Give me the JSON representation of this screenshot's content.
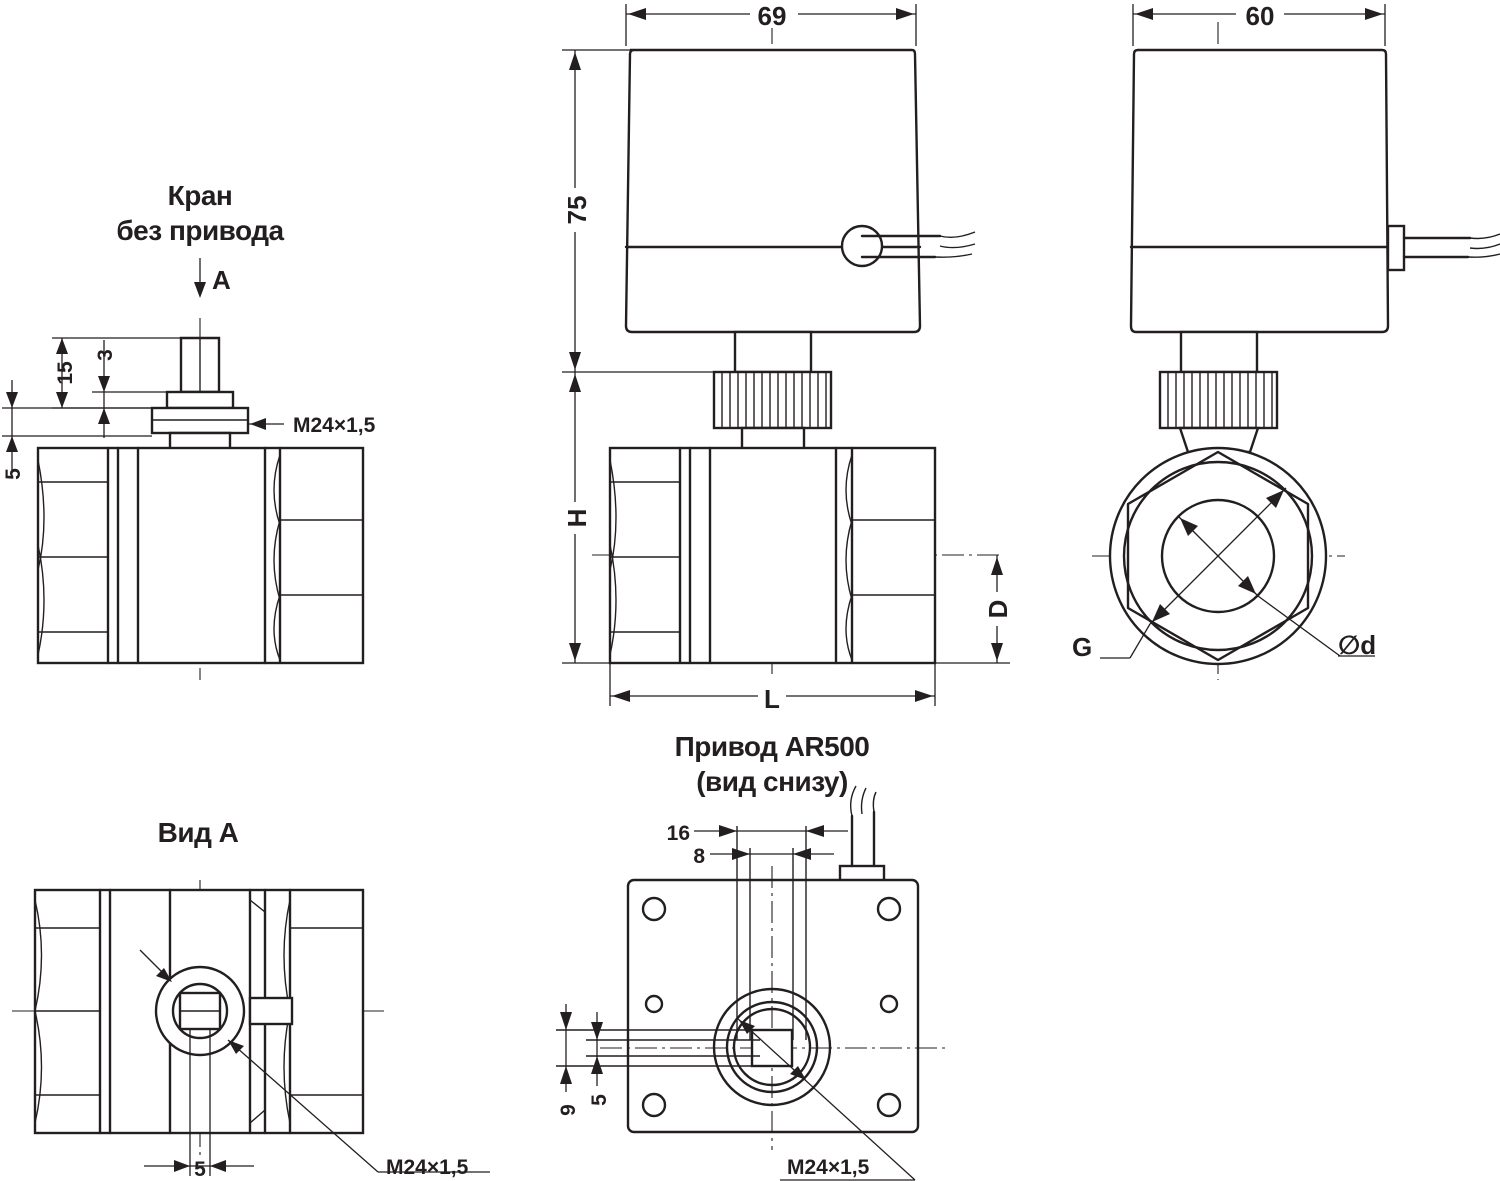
{
  "views": {
    "valve_no_actuator": {
      "title_line1": "Кран",
      "title_line2": "без привода",
      "view_arrow": "A",
      "dim_stem": "15",
      "dim_flat": "3",
      "dim_nut": "5",
      "thread": "M24×1,5"
    },
    "front_assembly": {
      "dim_width": "69",
      "dim_height_actuator": "75",
      "dim_H": "H",
      "dim_D": "D",
      "dim_L": "L"
    },
    "side_assembly": {
      "dim_width": "60",
      "label_G": "G",
      "label_d": "∅d"
    },
    "view_a": {
      "title": "Вид А",
      "dim_slot": "5",
      "thread": "M24×1,5"
    },
    "actuator_bottom": {
      "title_line1": "Привод AR500",
      "title_line2": "(вид снизу)",
      "dim_16": "16",
      "dim_8": "8",
      "dim_9": "9",
      "dim_5": "5",
      "thread": "M24×1,5"
    }
  }
}
